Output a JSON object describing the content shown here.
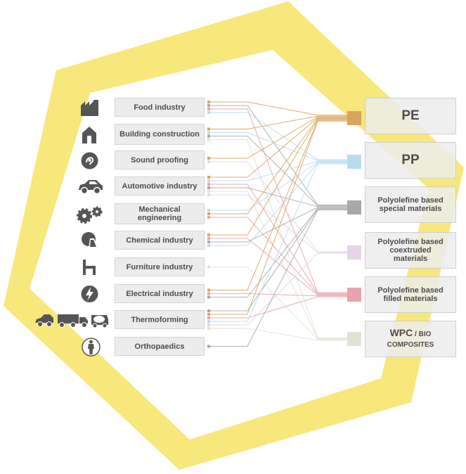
{
  "industries": [
    {
      "label": "Food industry",
      "icon": "factory-icon"
    },
    {
      "label": "Building construction",
      "icon": "house-icon"
    },
    {
      "label": "Sound proofing",
      "icon": "sound-icon"
    },
    {
      "label": "Automotive industry",
      "icon": "car-icon"
    },
    {
      "label": "Mechanical engineering",
      "icon": "gears-icon"
    },
    {
      "label": "Chemical industry",
      "icon": "flask-icon"
    },
    {
      "label": "Furniture industry",
      "icon": "chair-icon"
    },
    {
      "label": "Electrical industry",
      "icon": "lightning-icon"
    },
    {
      "label": "Thermoforming",
      "icon": "vehicles-icon"
    },
    {
      "label": "Orthopaedics",
      "icon": "body-icon"
    }
  ],
  "materials": [
    {
      "label": "PE",
      "color": "#d8a55c"
    },
    {
      "label": "PP",
      "color": "#b7dcf0"
    },
    {
      "label": "Polyolefine based special materials",
      "color": "#a8a8a8"
    },
    {
      "label": "Polyolefine based coextruded materials",
      "color": "#e5d4e6"
    },
    {
      "label": "Polyolefine based filled materials",
      "color": "#e8a3ac"
    },
    {
      "label": "WPC",
      "sublabel": "/ BIO COMPOSITES",
      "color": "#dde4d1"
    }
  ],
  "links": [
    [
      0,
      0
    ],
    [
      0,
      2
    ],
    [
      0,
      4
    ],
    [
      0,
      1
    ],
    [
      1,
      0
    ],
    [
      1,
      1
    ],
    [
      1,
      2
    ],
    [
      1,
      5
    ],
    [
      2,
      0
    ],
    [
      2,
      3
    ],
    [
      3,
      0
    ],
    [
      3,
      1
    ],
    [
      3,
      4
    ],
    [
      3,
      2
    ],
    [
      3,
      5
    ],
    [
      3,
      3
    ],
    [
      4,
      1
    ],
    [
      4,
      0
    ],
    [
      4,
      4
    ],
    [
      5,
      0
    ],
    [
      5,
      4
    ],
    [
      5,
      2
    ],
    [
      5,
      1
    ],
    [
      6,
      5
    ],
    [
      7,
      0
    ],
    [
      7,
      4
    ],
    [
      7,
      2
    ],
    [
      8,
      2
    ],
    [
      8,
      0
    ],
    [
      8,
      4
    ],
    [
      8,
      1
    ],
    [
      8,
      3
    ],
    [
      8,
      5
    ],
    [
      9,
      2
    ]
  ],
  "colors": {
    "hexagon": "#f8e77a",
    "box": "#ececec",
    "text": "#4d4d4d",
    "icon": "#555555"
  }
}
